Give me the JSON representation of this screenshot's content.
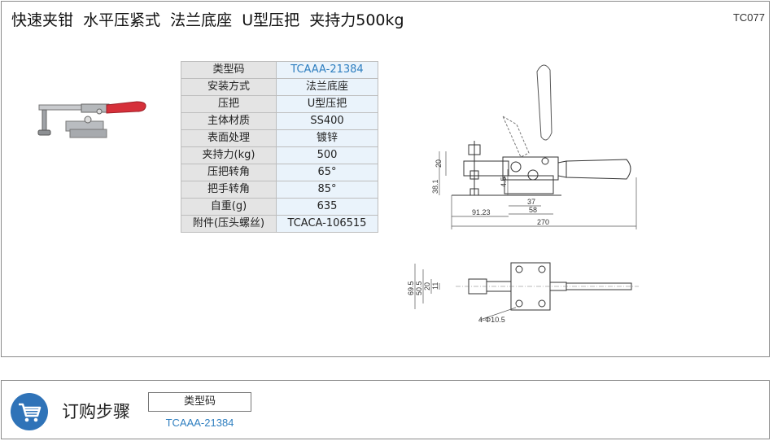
{
  "header": {
    "title": "快速夹钳  水平压紧式  法兰底座  U型压把  夹持力500kg",
    "code": "TC077"
  },
  "spec_table": [
    {
      "label": "类型码",
      "value": "TCAAA-21384"
    },
    {
      "label": "安装方式",
      "value": "法兰底座"
    },
    {
      "label": "压把",
      "value": "U型压把"
    },
    {
      "label": "主体材质",
      "value": "SS400"
    },
    {
      "label": "表面处理",
      "value": "镀锌"
    },
    {
      "label": "夹持力(kg)",
      "value": "500"
    },
    {
      "label": "压把转角",
      "value": "65°"
    },
    {
      "label": "把手转角",
      "value": "85°"
    },
    {
      "label": "自重(g)",
      "value": "635"
    },
    {
      "label": "附件(压头螺丝)",
      "value": "TCACA-106515"
    }
  ],
  "dimensions": {
    "d20": "20",
    "d38_1": "38.1",
    "d4_5": "4.5",
    "d37": "37",
    "d58": "58",
    "d91_23": "91.23",
    "d270": "270",
    "d69_5": "69.5",
    "d50_5": "50.5",
    "d20b": "20",
    "d11": "11",
    "holes": "4-Φ10.5"
  },
  "order": {
    "title": "订购步骤",
    "label": "类型码",
    "value": "TCAAA-21384"
  },
  "colors": {
    "accent": "#2f73b8",
    "handle": "#d6303a",
    "value_text": "#2f7fc0"
  }
}
